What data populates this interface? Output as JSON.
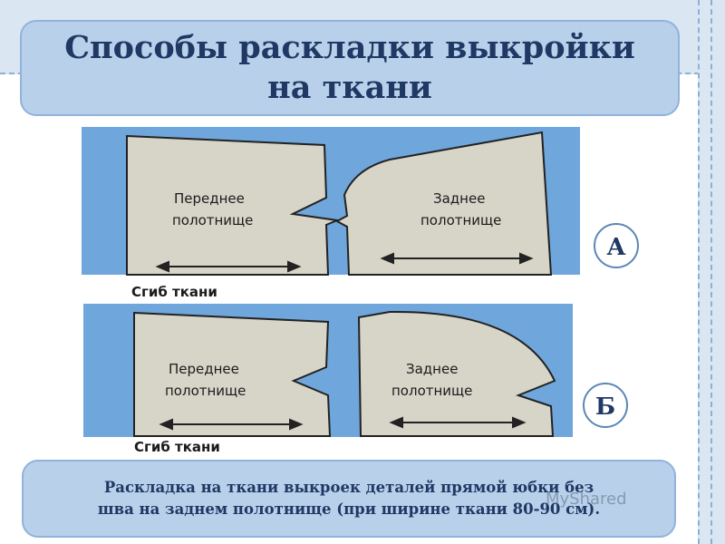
{
  "title": "Способы раскладки выкройки\nна ткани",
  "panels": [
    {
      "badge": "А",
      "front_label": "Переднее\nполотнище",
      "back_label": "Заднее\nполотнище",
      "fold_label": "Сгиб  ткани"
    },
    {
      "badge": "Б",
      "front_label": "Переднее\nполотнище",
      "back_label": "Заднее\nполотнище",
      "fold_label": "Сгиб  ткани"
    }
  ],
  "caption": "Раскладка на ткани выкроек деталей прямой юбки без\nшва на заднем полотнище (при ширине ткани 80-90 см).",
  "watermark": "MyShared",
  "colors": {
    "fabric": "#6fa6db",
    "pattern": "#d7d4c8",
    "frame": "#dbe6f3",
    "title_box": "#b9d0ea",
    "text": "#1f3864"
  }
}
